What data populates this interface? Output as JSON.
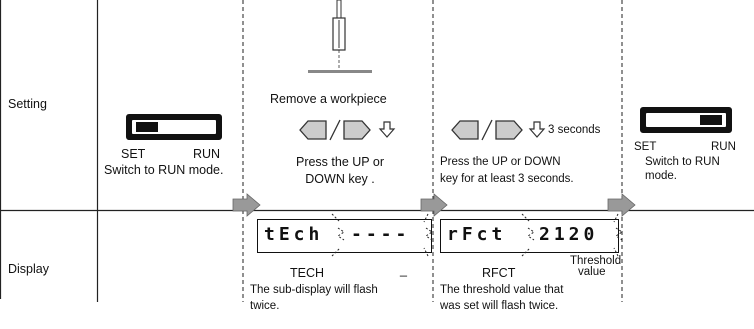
{
  "rows": {
    "setting": "Setting",
    "display": "Display"
  },
  "step1": {
    "switch_set": "SET",
    "switch_run": "RUN",
    "instruction": "Switch to RUN mode."
  },
  "step2": {
    "remove_label": "Remove a workpiece",
    "instruction_line1": "Press the UP or",
    "instruction_line2": "DOWN key .",
    "lcd_main": "tEch",
    "lcd_sub": "----",
    "display_label": "TECH",
    "sub_label": "_",
    "note_line1": "The sub-display will flash",
    "note_line2": "twice."
  },
  "step3": {
    "duration": "3 seconds",
    "instruction_line1": "Press the UP or DOWN",
    "instruction_line2": "key for at least 3 seconds.",
    "lcd_main": "rFct",
    "lcd_sub": "2120",
    "display_label": "RFCT",
    "threshold_line1": "Threshold",
    "threshold_line2": "value",
    "note_line1": "The threshold value that",
    "note_line2": "was set will flash twice."
  },
  "step4": {
    "switch_set": "SET",
    "switch_run": "RUN",
    "instruction_line1": "Switch to RUN",
    "instruction_line2": "mode."
  },
  "icons": [
    "up-key-icon",
    "down-key-icon",
    "press-arrow-icon",
    "workpiece-sensor-icon",
    "flash-icon",
    "step-arrow-icon"
  ]
}
